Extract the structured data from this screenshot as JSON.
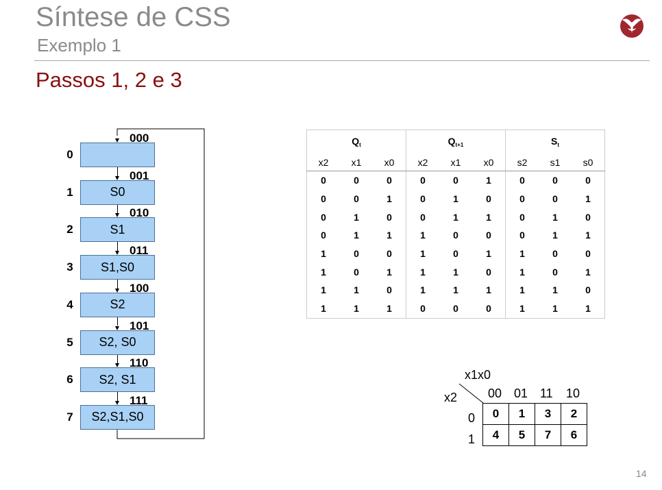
{
  "header": {
    "title": "Síntese de CSS",
    "subtitle": "Exemplo 1",
    "section_heading": "Passos 1, 2 e 3",
    "logo_icon": "university-logo-icon",
    "accent_color": "#8b0e0e"
  },
  "state_diagram": {
    "states": [
      {
        "index": "0",
        "code": "000",
        "outputs": ""
      },
      {
        "index": "1",
        "code": "001",
        "outputs": "S0"
      },
      {
        "index": "2",
        "code": "010",
        "outputs": "S1"
      },
      {
        "index": "3",
        "code": "011",
        "outputs": "S1,S0"
      },
      {
        "index": "4",
        "code": "100",
        "outputs": "S2"
      },
      {
        "index": "5",
        "code": "101",
        "outputs": "S2, S0"
      },
      {
        "index": "6",
        "code": "110",
        "outputs": "S2, S1"
      },
      {
        "index": "7",
        "code": "111",
        "outputs": "S2,S1,S0"
      }
    ],
    "box_color": "#a9d1f6"
  },
  "truth_table": {
    "groups": [
      "Q",
      "Q",
      "S"
    ],
    "group_subscripts": [
      "t",
      "t+1",
      "t"
    ],
    "columns": [
      "x2",
      "x1",
      "x0",
      "x2",
      "x1",
      "x0",
      "s2",
      "s1",
      "s0"
    ],
    "rows": [
      [
        "0",
        "0",
        "0",
        "0",
        "0",
        "1",
        "0",
        "0",
        "0"
      ],
      [
        "0",
        "0",
        "1",
        "0",
        "1",
        "0",
        "0",
        "0",
        "1"
      ],
      [
        "0",
        "1",
        "0",
        "0",
        "1",
        "1",
        "0",
        "1",
        "0"
      ],
      [
        "0",
        "1",
        "1",
        "1",
        "0",
        "0",
        "0",
        "1",
        "1"
      ],
      [
        "1",
        "0",
        "0",
        "1",
        "0",
        "1",
        "1",
        "0",
        "0"
      ],
      [
        "1",
        "0",
        "1",
        "1",
        "1",
        "0",
        "1",
        "0",
        "1"
      ],
      [
        "1",
        "1",
        "0",
        "1",
        "1",
        "1",
        "1",
        "1",
        "0"
      ],
      [
        "1",
        "1",
        "1",
        "0",
        "0",
        "0",
        "1",
        "1",
        "1"
      ]
    ]
  },
  "kmap": {
    "col_var": "x1x0",
    "row_var": "x2",
    "col_headers": [
      "00",
      "01",
      "11",
      "10"
    ],
    "row_headers": [
      "0",
      "1"
    ],
    "cells": [
      [
        "0",
        "1",
        "3",
        "2"
      ],
      [
        "4",
        "5",
        "7",
        "6"
      ]
    ]
  },
  "footer": {
    "page_number": "14"
  }
}
